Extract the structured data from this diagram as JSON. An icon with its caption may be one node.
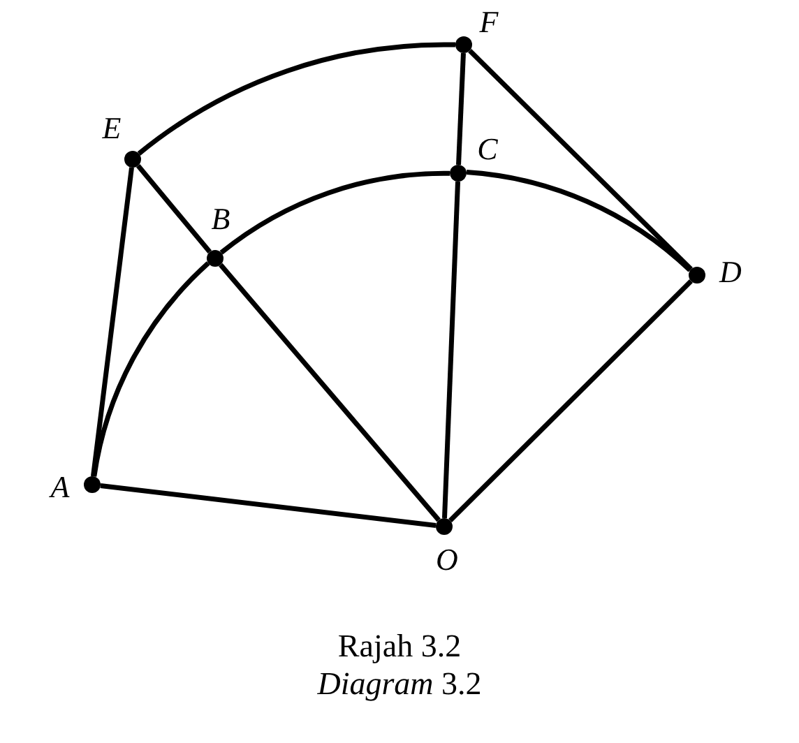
{
  "diagram": {
    "nodes": [
      {
        "text": [],
        "shape": "circle",
        "beside": [
          "A"
        ]
      },
      {
        "text": [],
        "shape": "circle",
        "beside": [
          "B"
        ]
      },
      {
        "text": [],
        "shape": "circle",
        "beside": [
          "C"
        ]
      },
      {
        "text": [],
        "shape": "circle",
        "beside": [
          "D"
        ]
      },
      {
        "text": [],
        "shape": "circle",
        "beside": [
          "E"
        ]
      },
      {
        "text": [],
        "shape": "circle",
        "beside": [
          "F"
        ]
      },
      {
        "text": [],
        "shape": "circle",
        "beside": [
          "O"
        ]
      }
    ],
    "edges": [
      {
        "from": 0,
        "to": 6,
        "arrow": "none"
      },
      {
        "from": 6,
        "to": 1,
        "arrow": "none"
      },
      {
        "from": 1,
        "to": 4,
        "arrow": "none"
      },
      {
        "from": 6,
        "to": 2,
        "arrow": "none"
      },
      {
        "from": 2,
        "to": 5,
        "arrow": "none"
      },
      {
        "from": 6,
        "to": 3,
        "arrow": "none"
      },
      {
        "from": 0,
        "to": 4,
        "arrow": "none"
      },
      {
        "from": 5,
        "to": 3,
        "arrow": "none"
      },
      {
        "from": 0,
        "to": 1,
        "arrow": "none"
      },
      {
        "from": 1,
        "to": 2,
        "arrow": "none"
      },
      {
        "from": 2,
        "to": 3,
        "arrow": "none"
      },
      {
        "from": 4,
        "to": 5,
        "arrow": "none"
      }
    ],
    "labels": [
      "Rajah 3.2",
      "*Diagram* 3.2"
    ]
  }
}
